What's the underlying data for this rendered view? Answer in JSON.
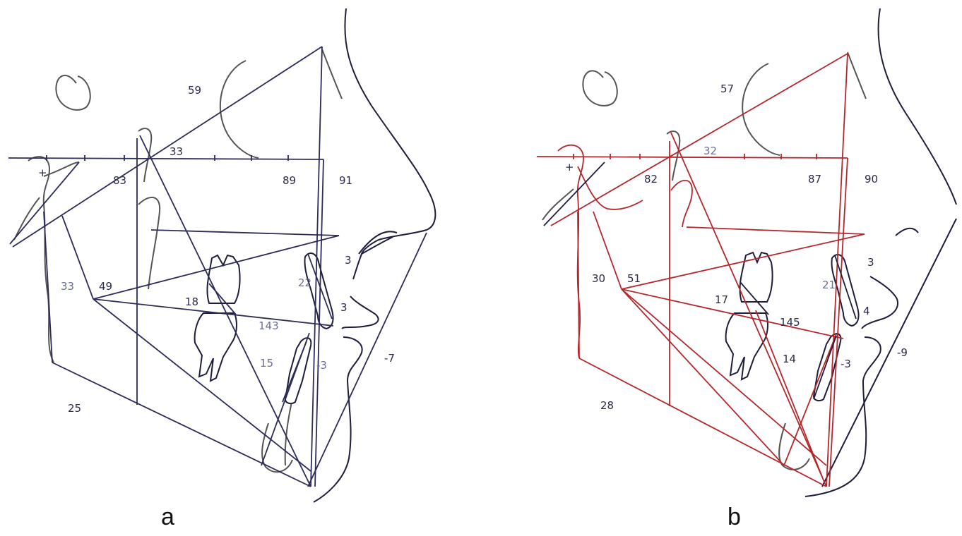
{
  "panels": [
    {
      "label": "a",
      "measurements": {
        "m1": "59",
        "m2": "33",
        "m3": "83",
        "m4": "89",
        "m5": "91",
        "m6": "3",
        "m7": "33",
        "m8": "49",
        "m9": "22",
        "m10": "18",
        "m11": "3",
        "m12": "143",
        "m13": "15",
        "m14": "-3",
        "m15": "-7",
        "m16": "25"
      }
    },
    {
      "label": "b",
      "measurements": {
        "m1": "57",
        "m2": "32",
        "m3": "82",
        "m4": "87",
        "m5": "90",
        "m6": "3",
        "m7": "30",
        "m8": "51",
        "m9": "21",
        "m10": "17",
        "m11": "4",
        "m12": "145",
        "m13": "14",
        "m14": "-3",
        "m15": "-9",
        "m16": "28"
      }
    }
  ],
  "markers": {
    "sella_symbol": "+"
  },
  "colors": {
    "tracing_a": "#2c2c58",
    "tracing_b": "#b5272d",
    "outline": "#1e1e3c"
  }
}
